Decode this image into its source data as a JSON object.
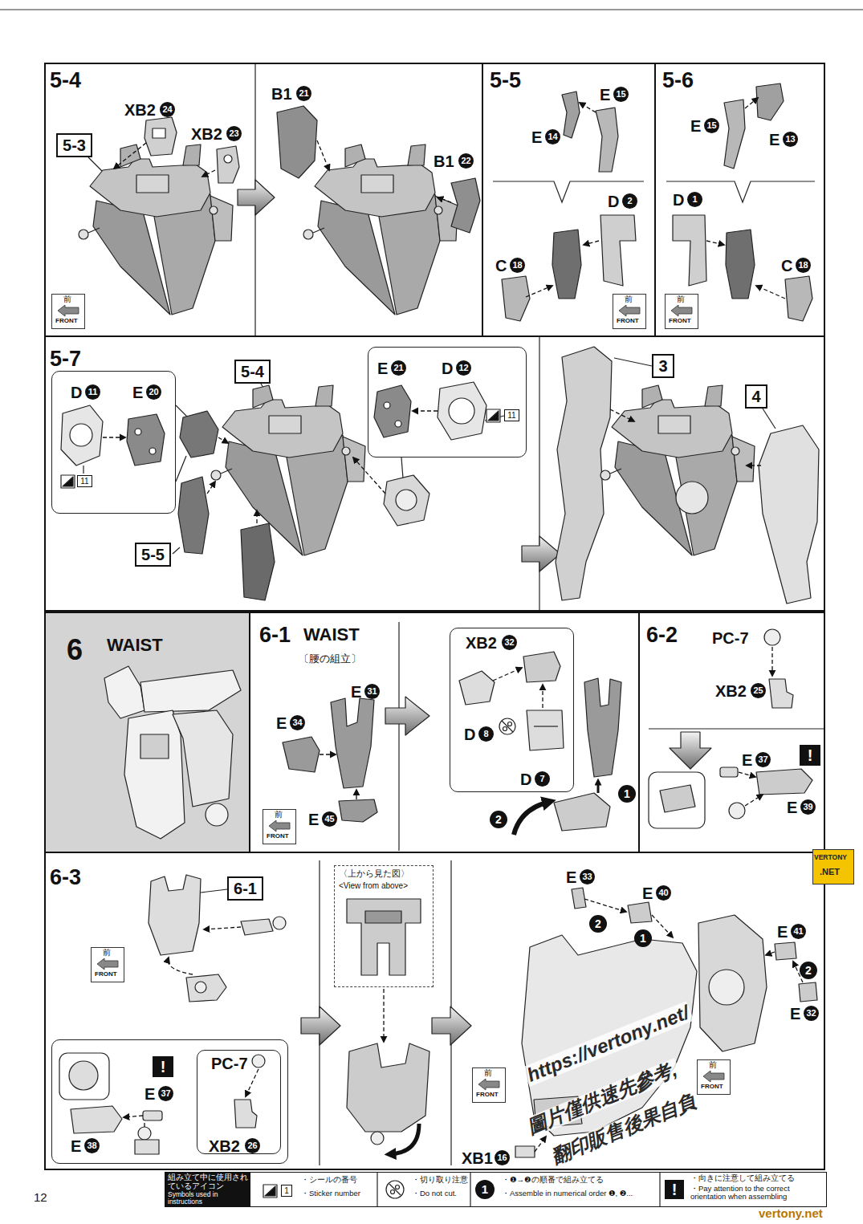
{
  "diagram": {
    "nodes": [
      {
        "text": [
          "5-4"
        ]
      },
      {
        "text": [
          "5-3"
        ],
        "in": 0
      },
      {
        "text": [
          "前",
          "FRONT"
        ],
        "in": 0
      },
      {
        "text": [
          "5-5"
        ]
      },
      {
        "text": [
          "前",
          "FRONT"
        ],
        "in": 3
      },
      {
        "text": [
          "5-6"
        ]
      },
      {
        "text": [
          "前",
          "FRONT"
        ],
        "in": 5
      },
      {
        "text": [
          "5-7"
        ]
      },
      {
        "text": [
          "5-4"
        ],
        "in": 7
      },
      {
        "text": [
          "D",
          "11",
          "E",
          "20"
        ],
        "in": 7
      },
      {
        "text": [
          "11"
        ],
        "in": 9
      },
      {
        "text": [
          "E",
          "21",
          "D",
          "12"
        ],
        "in": 7
      },
      {
        "text": [
          "11"
        ],
        "in": 11
      },
      {
        "text": [
          "5-5"
        ],
        "in": 7
      },
      {
        "text": [
          "3"
        ],
        "in": 7
      },
      {
        "text": [
          "4"
        ],
        "in": 7
      },
      {
        "text": [
          "6",
          "WAIST"
        ]
      },
      {
        "text": [
          "6-1",
          "WAIST",
          "〔腰の組立〕"
        ]
      },
      {
        "text": [
          "前",
          "FRONT"
        ],
        "in": 17
      },
      {
        "text": [
          "XB2",
          "32",
          "D",
          "8",
          "D",
          "7"
        ],
        "in": 17
      },
      {
        "text": [
          "6-2"
        ]
      },
      {
        "text": [
          "!"
        ],
        "in": 20
      },
      {
        "text": [
          "6-3"
        ]
      },
      {
        "text": [
          "6-1"
        ],
        "in": 22
      },
      {
        "text": [
          "前",
          "FRONT"
        ],
        "in": 22
      },
      {
        "text": [
          "E",
          "37",
          "E",
          "38"
        ],
        "in": 22
      },
      {
        "text": [
          "!"
        ],
        "in": 25
      },
      {
        "text": [
          "PC-7",
          "XB2",
          "26"
        ],
        "in": 25
      },
      {
        "text": [
          "〈上から見た図〉",
          "<View from above>"
        ],
        "in": 22
      },
      {
        "text": [
          "前",
          "FRONT"
        ],
        "in": 22
      },
      {
        "text": [
          "前",
          "FRONT"
        ],
        "in": 22
      },
      {
        "text": [
          "VERTONY",
          ".NET"
        ]
      },
      {
        "text": [
          "組み立て中に使用されているアイコン",
          "Symbols used in instructions",
          "・シールの番号",
          "・Sticker number",
          "・切り取り注意",
          "・Do not cut.",
          "・❶→❷の順番で組み立てる",
          "・Assemble in numerical order ❶, ❷...",
          "・向きに注意して組み立てる",
          "・Pay attention to the correct orientation when assembling"
        ]
      },
      {
        "text": [
          "1"
        ],
        "in": 32
      },
      {
        "text": [
          "!"
        ],
        "in": 32
      },
      {
        "text": [
          "1"
        ],
        "in": 32
      }
    ],
    "labels": [
      "XB2",
      "24",
      "XB2",
      "23",
      "B1",
      "21",
      "B1",
      "22",
      "E",
      "15",
      "E",
      "14",
      "D",
      "2",
      "C",
      "18",
      "E",
      "15",
      "E",
      "13",
      "D",
      "1",
      "C",
      "18",
      "E",
      "31",
      "E",
      "34",
      "E",
      "45",
      "2",
      "1",
      "PC-7",
      "XB2",
      "25",
      "E",
      "37",
      "E",
      "39",
      "E",
      "33",
      "E",
      "40",
      "2",
      "1",
      "E",
      "41",
      "2",
      "E",
      "32",
      "XB1",
      "16",
      "https://vertony.net/",
      "圖片僅供速先參考,",
      "翻印販售後果自負",
      "vertony.net",
      "12"
    ]
  }
}
